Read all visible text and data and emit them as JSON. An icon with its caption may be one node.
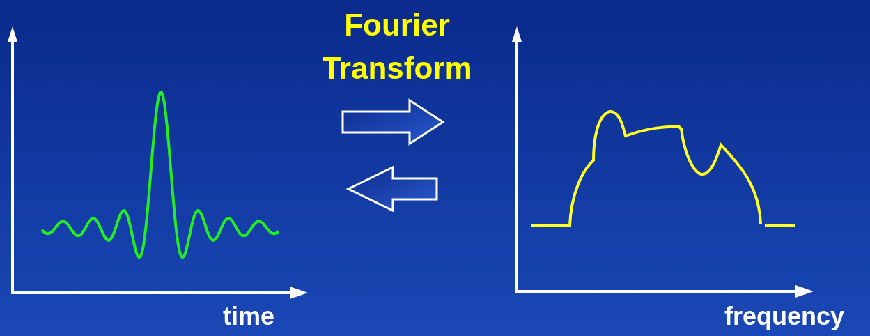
{
  "diagram": {
    "labels": [
      "Fourier Transform",
      "time",
      "frequency"
    ]
  }
}
